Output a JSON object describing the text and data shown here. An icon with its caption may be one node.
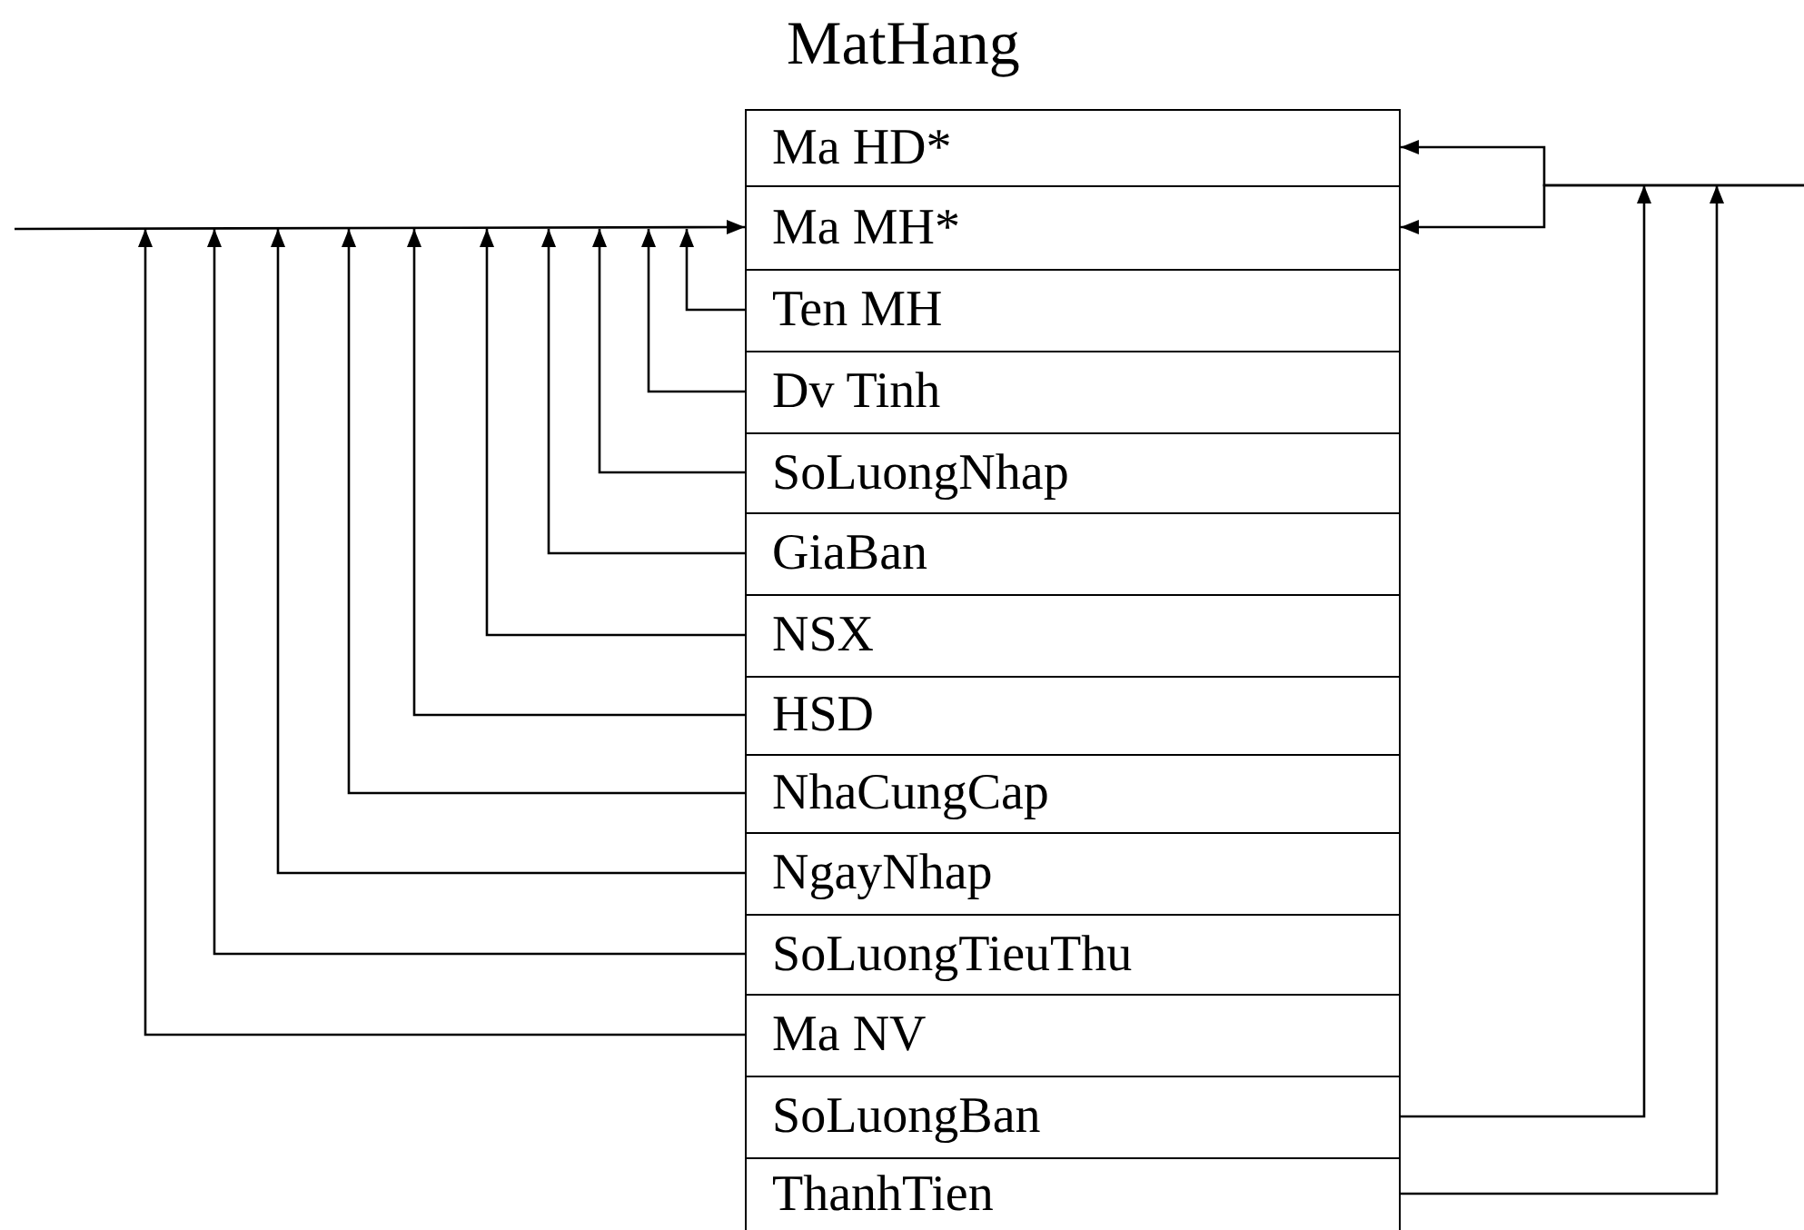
{
  "diagram": {
    "nodes": [
      {
        "text": [
          "MatHang"
        ]
      },
      {
        "text": [
          "Ma HD*"
        ],
        "in": 0
      },
      {
        "text": [
          "Ma MH*"
        ],
        "in": 0
      },
      {
        "text": [
          "Ten MH"
        ],
        "in": 0
      },
      {
        "text": [
          "Dv Tinh"
        ],
        "in": 0
      },
      {
        "text": [
          "SoLuongNhap"
        ],
        "in": 0
      },
      {
        "text": [
          "GiaBan"
        ],
        "in": 0
      },
      {
        "text": [
          "NSX"
        ],
        "in": 0
      },
      {
        "text": [
          "HSD"
        ],
        "in": 0
      },
      {
        "text": [
          "NhaCungCap"
        ],
        "in": 0
      },
      {
        "text": [
          "NgayNhap"
        ],
        "in": 0
      },
      {
        "text": [
          "SoLuongTieuThu"
        ],
        "in": 0
      },
      {
        "text": [
          "Ma NV"
        ],
        "in": 0
      },
      {
        "text": [
          "SoLuongBan"
        ],
        "in": 0
      },
      {
        "text": [
          "ThanhTien"
        ],
        "in": 0
      }
    ],
    "edges": [
      {
        "from": null,
        "to": 2,
        "arrow": "to"
      },
      {
        "from": 3,
        "to": null,
        "arrow": "to"
      },
      {
        "from": 4,
        "to": null,
        "arrow": "to"
      },
      {
        "from": 5,
        "to": null,
        "arrow": "to"
      },
      {
        "from": 6,
        "to": null,
        "arrow": "to"
      },
      {
        "from": 7,
        "to": null,
        "arrow": "to"
      },
      {
        "from": 8,
        "to": null,
        "arrow": "to"
      },
      {
        "from": 9,
        "to": null,
        "arrow": "to"
      },
      {
        "from": 10,
        "to": null,
        "arrow": "to"
      },
      {
        "from": 11,
        "to": null,
        "arrow": "to"
      },
      {
        "from": 12,
        "to": null,
        "arrow": "to"
      },
      {
        "from": null,
        "to": 1,
        "arrow": "to"
      },
      {
        "from": null,
        "to": 2,
        "arrow": "to"
      },
      {
        "from": 13,
        "to": null,
        "arrow": "to"
      },
      {
        "from": 14,
        "to": null,
        "arrow": "to"
      }
    ]
  }
}
